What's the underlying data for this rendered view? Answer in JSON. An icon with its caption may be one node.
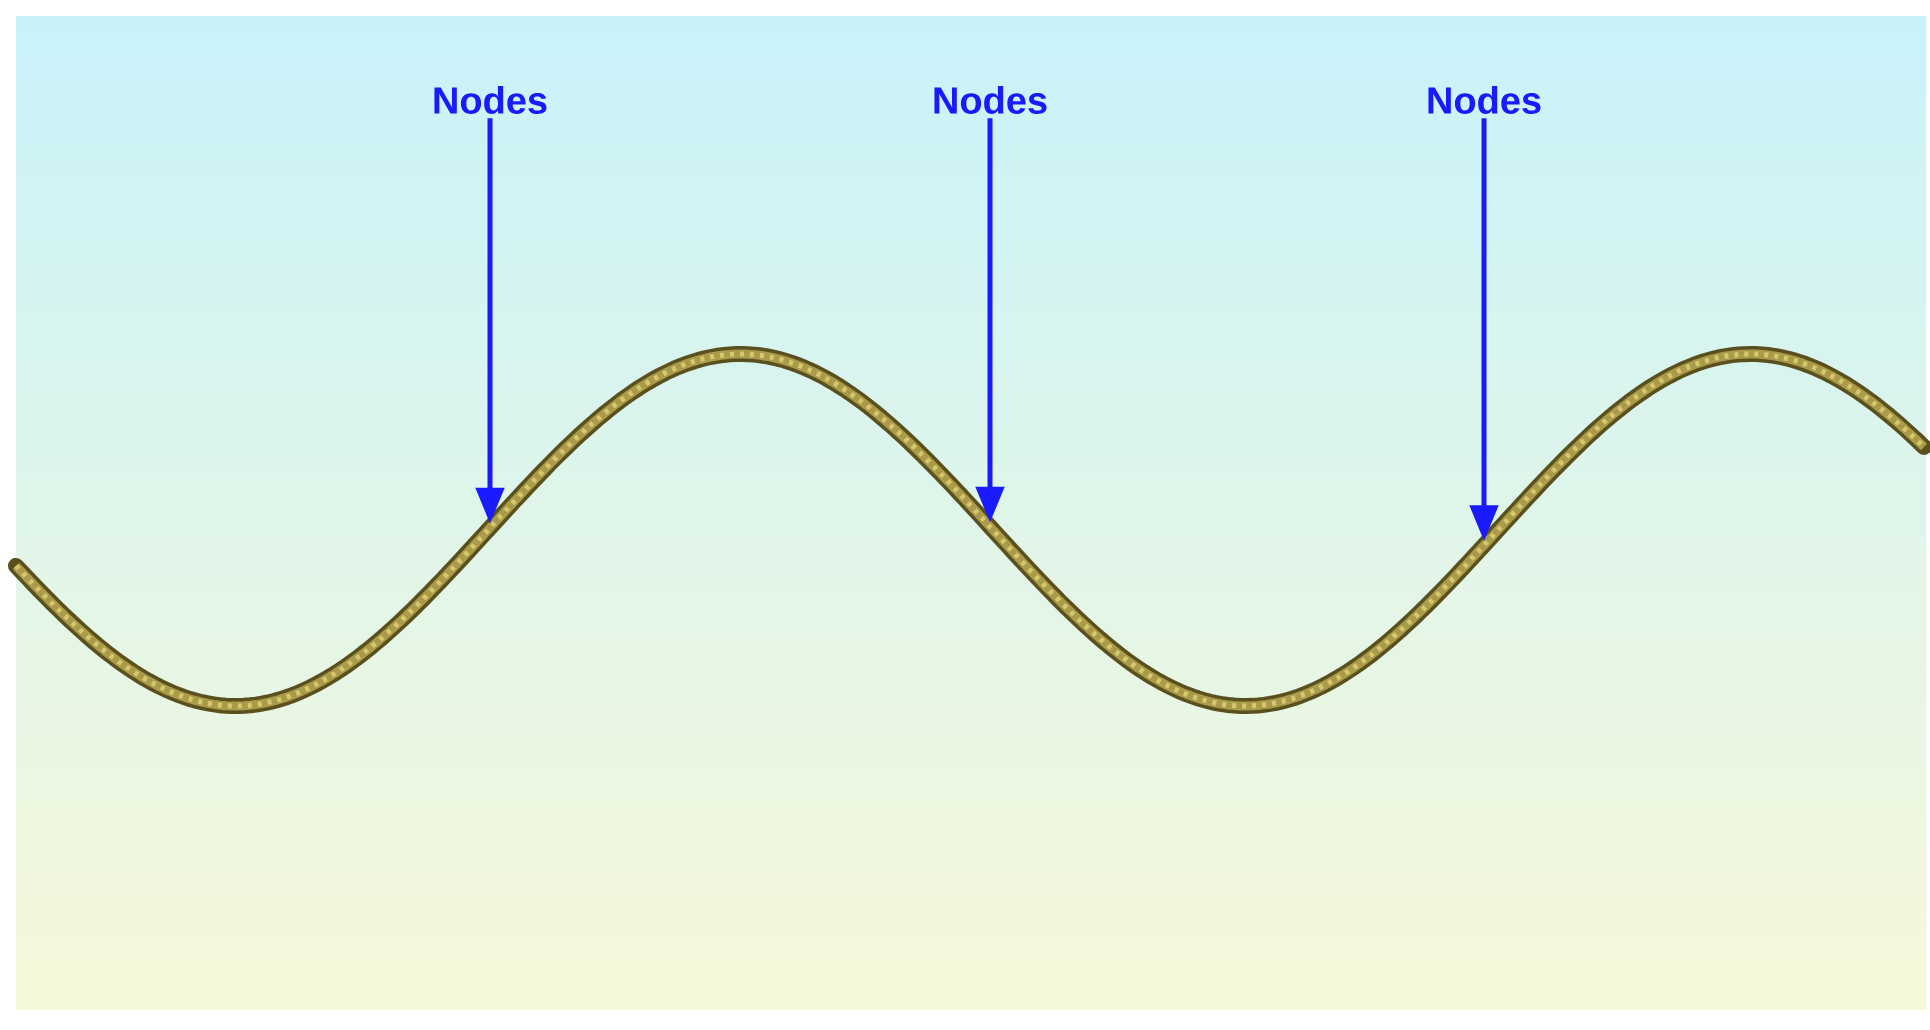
{
  "diagram": {
    "nodes": [
      {
        "text": [
          "Nodes"
        ]
      },
      {
        "text": [
          "Nodes"
        ]
      },
      {
        "text": [
          "Nodes"
        ]
      }
    ],
    "edges": [
      {
        "from": 0,
        "to": null,
        "arrow": "to"
      },
      {
        "from": 1,
        "to": null,
        "arrow": "to"
      },
      {
        "from": 2,
        "to": null,
        "arrow": "to"
      }
    ]
  }
}
